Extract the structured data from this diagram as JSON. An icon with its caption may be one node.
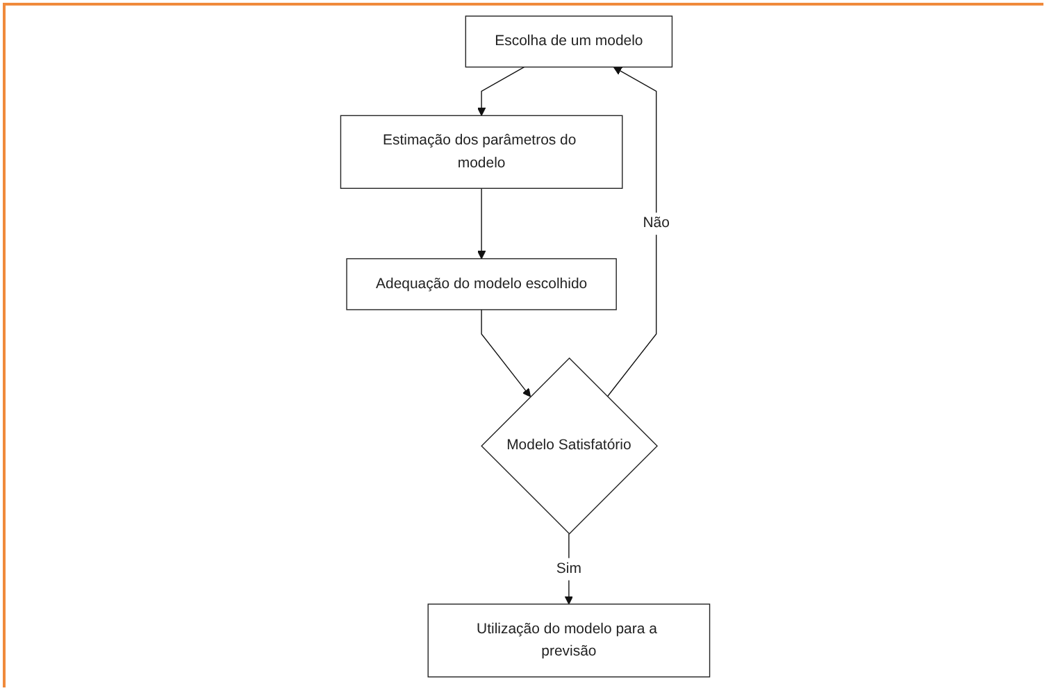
{
  "diagram": {
    "nodes": [
      {
        "text": [
          "Escolha de um modelo"
        ]
      },
      {
        "text": [
          "Estimação dos parâmetros do modelo"
        ]
      },
      {
        "text": [
          "Adequação do modelo escolhido"
        ]
      },
      {
        "text": [
          "Modelo Satisfatório"
        ]
      },
      {
        "text": [
          "Utilização do modelo para a previsão"
        ]
      }
    ],
    "edges": [
      {
        "from": 0,
        "to": 1,
        "arrow": "to"
      },
      {
        "from": 1,
        "to": 2,
        "arrow": "to"
      },
      {
        "from": 2,
        "to": 3,
        "arrow": "to"
      },
      {
        "from": 3,
        "to": 4,
        "arrow": "to",
        "label": "Sim"
      },
      {
        "from": 3,
        "to": 0,
        "arrow": "to",
        "label": "Não"
      }
    ]
  }
}
